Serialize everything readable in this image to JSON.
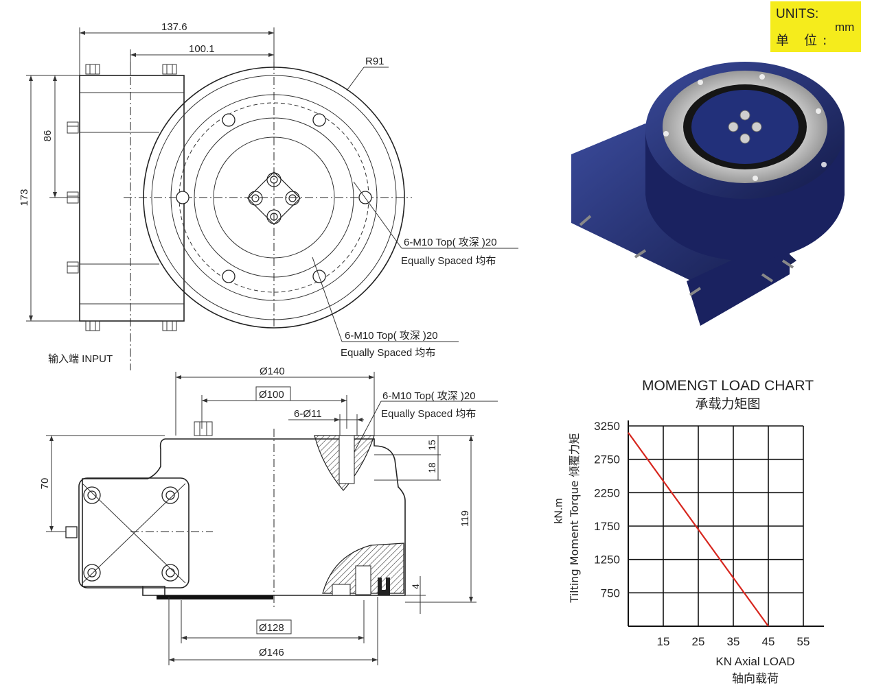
{
  "units": {
    "label_en": "UNITS:",
    "label_cn": "单 位:",
    "unit": "mm"
  },
  "top_view": {
    "dim_137_6": "137.6",
    "dim_100_1": "100.1",
    "radius": "R91",
    "dim_86": "86",
    "dim_173": "173",
    "callout_1_line1": "6-M10 Top( 攻深 )20",
    "callout_1_line2": "Equally Spaced 均布",
    "callout_2_line1": "6-M10 Top( 攻深 )20",
    "callout_2_line2": "Equally Spaced 均布",
    "input_label": "输入端 INPUT"
  },
  "side_view": {
    "dia_140": "Ø140",
    "dia_100": "Ø100",
    "dia_11": "6-Ø11",
    "callout_line1": "6-M10 Top( 攻深 )20",
    "callout_line2": "Equally Spaced 均布",
    "dim_15": "15",
    "dim_18": "18",
    "dim_70": "70",
    "dim_119": "119",
    "dim_4": "4",
    "dia_128": "Ø128",
    "dia_146": "Ø146"
  },
  "product_image": {
    "color": "#2a3470"
  },
  "chart_data": {
    "type": "line",
    "title": "MOMENGT LOAD CHART",
    "subtitle": "承载力矩图",
    "ylabel_line1": "kN.m",
    "ylabel_line2": "Tilting Moment Torque 倾覆力矩",
    "xlabel_line1": "KN Axial LOAD",
    "xlabel_line2": "轴向载荷",
    "x_ticks": [
      "15",
      "25",
      "35",
      "45",
      "55"
    ],
    "y_ticks": [
      "750",
      "1250",
      "1750",
      "2250",
      "2750",
      "3250"
    ],
    "xlim": [
      5,
      55
    ],
    "ylim": [
      250,
      3250
    ],
    "grid": true,
    "series": [
      {
        "color": "#d7261e",
        "points": [
          [
            5,
            3150
          ],
          [
            45,
            250
          ]
        ]
      }
    ]
  }
}
